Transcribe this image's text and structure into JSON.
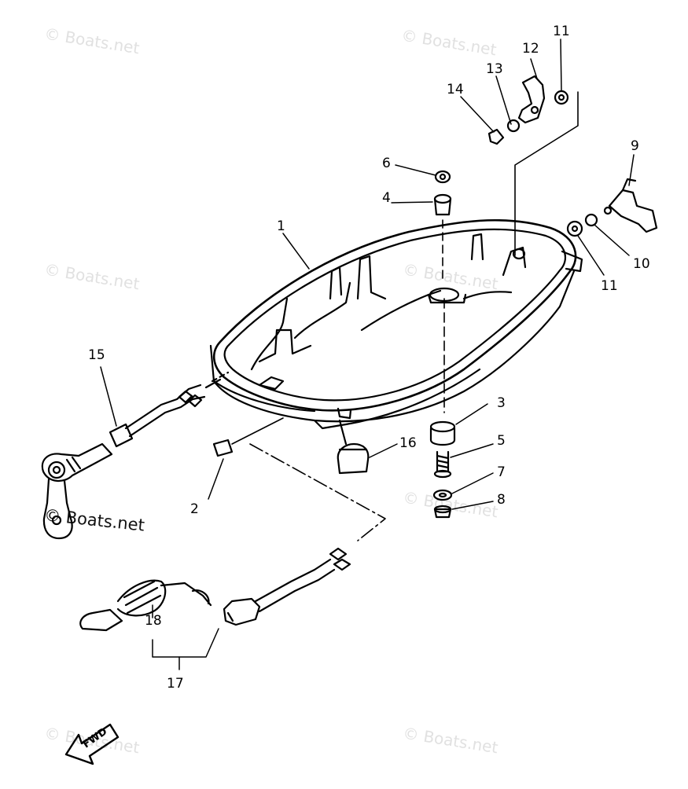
{
  "diagram": {
    "watermark": "© Boats.net",
    "fwd_label": "FWD",
    "callouts": [
      {
        "id": "c1",
        "text": "1"
      },
      {
        "id": "c2",
        "text": "2"
      },
      {
        "id": "c3",
        "text": "3"
      },
      {
        "id": "c4",
        "text": "4"
      },
      {
        "id": "c5",
        "text": "5"
      },
      {
        "id": "c6",
        "text": "6"
      },
      {
        "id": "c7",
        "text": "7"
      },
      {
        "id": "c8",
        "text": "8"
      },
      {
        "id": "c9",
        "text": "9"
      },
      {
        "id": "c10",
        "text": "10"
      },
      {
        "id": "c11a",
        "text": "11"
      },
      {
        "id": "c11b",
        "text": "11"
      },
      {
        "id": "c12",
        "text": "12"
      },
      {
        "id": "c13",
        "text": "13"
      },
      {
        "id": "c14",
        "text": "14"
      },
      {
        "id": "c15",
        "text": "15"
      },
      {
        "id": "c16",
        "text": "16"
      },
      {
        "id": "c17",
        "text": "17"
      },
      {
        "id": "c18",
        "text": "18"
      }
    ]
  }
}
